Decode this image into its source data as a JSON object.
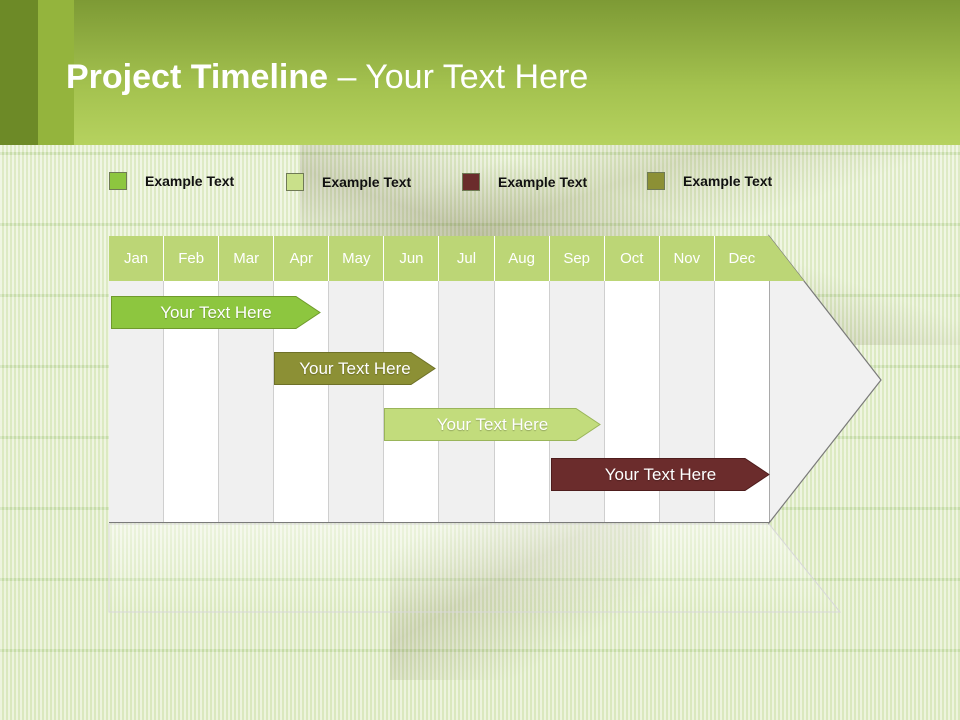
{
  "slide": {
    "title_bold": "Project Timeline",
    "title_rest": " – Your Text Here"
  },
  "legend": [
    {
      "label": "Example Text",
      "color": "#8dc63f"
    },
    {
      "label": "Example Text",
      "color": "#c9e08a"
    },
    {
      "label": "Example Text",
      "color": "#6b2c2c"
    },
    {
      "label": "Example Text",
      "color": "#8c9035"
    }
  ],
  "months": [
    "Jan",
    "Feb",
    "Mar",
    "Apr",
    "May",
    "Jun",
    "Jul",
    "Aug",
    "Sep",
    "Oct",
    "Nov",
    "Dec"
  ],
  "tasks": [
    {
      "label": "Your  Text Here",
      "color": "#8dc63f"
    },
    {
      "label": "Your  Text Here",
      "color": "#8c9035"
    },
    {
      "label": "Your  Text Here",
      "color": "#c2dc7c"
    },
    {
      "label": "Your  Text Here",
      "color": "#6b2c2c"
    }
  ]
}
